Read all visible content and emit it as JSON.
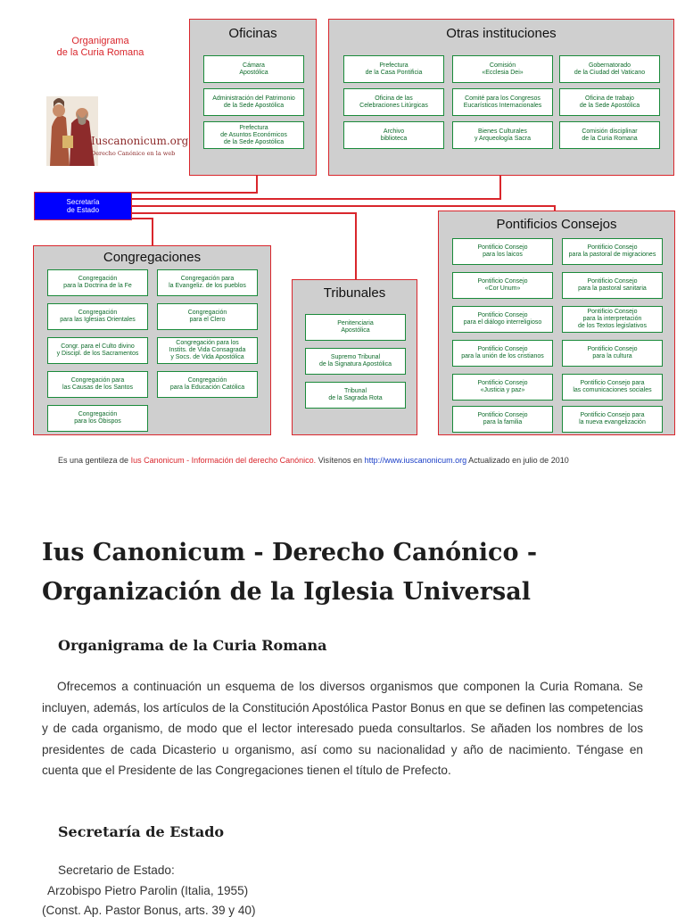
{
  "header": {
    "org_title": "Organigrama\nde la Curia Romana",
    "logo_text": "Iuscanonicum.org",
    "logo_tagline": "Derecho Canónico en la web"
  },
  "secretaria": {
    "label": "Secretaría\nde Estado"
  },
  "oficinas": {
    "title": "Oficinas",
    "items": [
      "Cámara\nApostólica",
      "Administración del Patrimonio\nde la Sede Apostólica",
      "Prefectura\nde Asuntos Económicos\nde la Sede Apostólica"
    ]
  },
  "otras": {
    "title": "Otras instituciones",
    "items": [
      "Prefectura\nde la Casa Pontificia",
      "Comisión\n«Ecclesia Dei»",
      "Gobernatorado\nde la Ciudad del Vaticano",
      "Oficina de las\nCelebraciones Litúrgicas",
      "Comité para los Congresos\nEucarísticos Internacionales",
      "Oficina de trabajo\nde la Sede Apostólica",
      "Archivo\nbiblioteca",
      "Bienes Culturales\ny Arqueología Sacra",
      "Comisión disciplinar\nde la Curia Romana"
    ]
  },
  "congregaciones": {
    "title": "Congregaciones",
    "items": [
      "Congregación\npara la Doctrina de la Fe",
      "Congregación para\nla Evangeliz. de los pueblos",
      "Congregación\npara las Iglesias Orientales",
      "Congregación\npara el Clero",
      "Congr. para el Culto divino\ny Discipl. de los Sacramentos",
      "Congregación para los\nInstits. de Vida Consagrada\ny Socs. de Vida Apostólica",
      "Congregación para\nlas Causas de los Santos",
      "Congregación\npara la Educación Católica",
      "Congregación\npara los Obispos"
    ]
  },
  "tribunales": {
    "title": "Tribunales",
    "items": [
      "Penitenciaria\nApostólica",
      "Supremo Tribunal\nde la Signatura Apostólica",
      "Tribunal\nde la Sagrada Rota"
    ]
  },
  "consejos": {
    "title": "Pontificios Consejos",
    "items": [
      "Pontificio Consejo\npara los laicos",
      "Pontificio Consejo\npara la pastoral de migraciones",
      "Pontificio Consejo\n«Cor Unum»",
      "Pontificio Consejo\npara la pastoral sanitaria",
      "Pontificio Consejo\npara el diálogo interreligioso",
      "Pontificio Consejo\npara la interpretación\nde los Textos legislativos",
      "Pontificio Consejo\npara la unión de los cristianos",
      "Pontificio Consejo\npara la cultura",
      "Pontificio Consejo\n«Justicia y paz»",
      "Pontificio Consejo para\nlas comunicaciones sociales",
      "Pontificio Consejo\npara la familia",
      "Pontificio Consejo para\nla nueva evangelización"
    ]
  },
  "credit": {
    "prefix": "Es una gentileza de ",
    "site": "Ius Canonicum - Información del derecho Canónico.",
    "middle": " Visítenos en ",
    "url": "http://www.iuscanonicum.org",
    "suffix": "  Actualizado en julio de 2010"
  },
  "article": {
    "title": "Ius Canonicum - Derecho Canónico - Organización de la Iglesia Universal",
    "subtitle": "Organigrama de la Curia Romana",
    "paragraph": "Ofrecemos a continuación un esquema de los diversos organismos que componen la Curia Romana. Se incluyen, además, los artículos de la Constitución Apostólica Pastor Bonus en que se definen las competencias y de cada organismo, de modo que el lector interesado pueda consultarlos. Se añaden los nombres de los presidentes de cada Dicasterio u organismo, así como su nacionalidad y año de nacimiento. Téngase en cuenta que el Presidente de las Congregaciones tienen el título de Prefecto.",
    "section_title": "Secretaría de Estado",
    "line1": "Secretario de Estado:",
    "line2": "Arzobispo Pietro Parolin (Italia, 1955)",
    "line3": "(Const. Ap. Pastor Bonus, arts. 39 y 40)"
  },
  "colors": {
    "border": "#d9262c",
    "box_text": "#0d6b2a",
    "secretaria_bg": "#0000ff"
  }
}
